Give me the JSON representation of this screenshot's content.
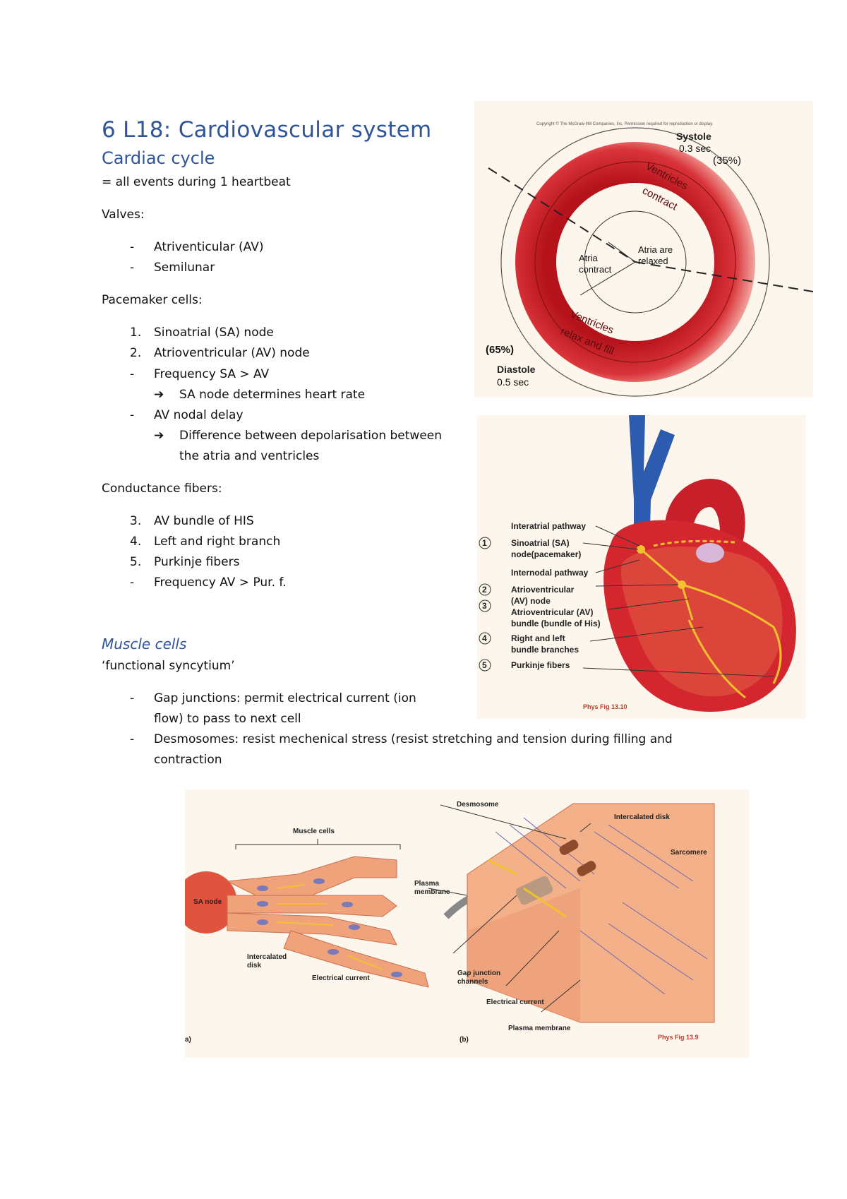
{
  "heading": {
    "title": "6 L18: Cardiovascular system",
    "section": "Cardiac cycle",
    "definition": "= all events during 1 heartbeat"
  },
  "valves": {
    "label": "Valves:",
    "items": [
      "Atriventicular (AV)",
      "Semilunar"
    ]
  },
  "pacemaker": {
    "label": "Pacemaker cells:",
    "items": [
      {
        "marker": "1.",
        "text": "Sinoatrial (SA) node"
      },
      {
        "marker": "2.",
        "text": "Atrioventricular (AV) node"
      },
      {
        "marker": "-",
        "text": "Frequency SA > AV"
      },
      {
        "marker": "➔",
        "text": "SA node determines heart rate"
      },
      {
        "marker": "-",
        "text": "AV nodal delay"
      },
      {
        "marker": "➔",
        "text": "Difference between depolarisation between"
      },
      {
        "marker": "",
        "text": "the atria and ventricles"
      }
    ]
  },
  "conductance": {
    "label": "Conductance fibers:",
    "items": [
      {
        "marker": "3.",
        "text": "AV bundle of HIS"
      },
      {
        "marker": "4.",
        "text": "Left and right branch"
      },
      {
        "marker": "5.",
        "text": "Purkinje fibers"
      },
      {
        "marker": "-",
        "text": "Frequency AV > Pur. f."
      }
    ]
  },
  "muscle": {
    "heading": "Muscle cells",
    "subtitle": "‘functional syncytium’",
    "items": [
      {
        "marker": "-",
        "text": "Gap junctions: permit electrical current (ion"
      },
      {
        "marker": "",
        "text": "flow) to pass to next cell"
      },
      {
        "marker": "-",
        "text": "Desmosomes: resist mechenical stress (resist stretching and tension during filling and"
      },
      {
        "marker": "",
        "text": "contraction"
      }
    ]
  },
  "figure_cycle": {
    "copyright": "Copyright © The McGraw-Hill Companies, Inc. Permission required for reproduction or display.",
    "systole": "Systole",
    "systole_time": "0.3 sec",
    "systole_pct": "(35%)",
    "ventricles_contract": [
      "Ventricles",
      "contract"
    ],
    "atria_contract": [
      "Atria",
      "contract"
    ],
    "atria_relaxed": [
      "Atria are",
      "relaxed"
    ],
    "ventricles_relax": [
      "Ventricles",
      "relax and fill"
    ],
    "diastole_pct": "(65%)",
    "diastole": "Diastole",
    "diastole_time": "0.5 sec"
  },
  "figure_heart": {
    "labels": [
      "Interatrial pathway",
      "Sinoatrial (SA)",
      "node(pacemaker)",
      "Internodal pathway",
      "Atrioventricular",
      "(AV) node",
      "Atrioventricular (AV)",
      "bundle (bundle of His)",
      "Right and left",
      "bundle branches",
      "Purkinje fibers"
    ],
    "numbers": [
      "1",
      "2",
      "3",
      "4",
      "5"
    ],
    "caption": "Phys Fig 13.10"
  },
  "figure_cells": {
    "muscle_cells": "Muscle cells",
    "sa_node": "SA node",
    "intercalated": [
      "Intercalated",
      "disk"
    ],
    "electrical_current_a": "Electrical current",
    "panel_a": "a)",
    "desmosome": "Desmosome",
    "intercalated_disk": "Intercalated disk",
    "sarcomere": "Sarcomere",
    "plasma_membrane_1": [
      "Plasma",
      "membrane"
    ],
    "gap_junction": [
      "Gap junction",
      "channels"
    ],
    "electrical_current_b": "Electrical current",
    "plasma_membrane_2": "Plasma membrane",
    "panel_b": "(b)",
    "caption": "Phys Fig 13.9"
  },
  "colors": {
    "heading": "#2f5597",
    "myocardium": "#c8202a",
    "vein": "#2d5bb0",
    "conduction": "#f2c12e"
  }
}
